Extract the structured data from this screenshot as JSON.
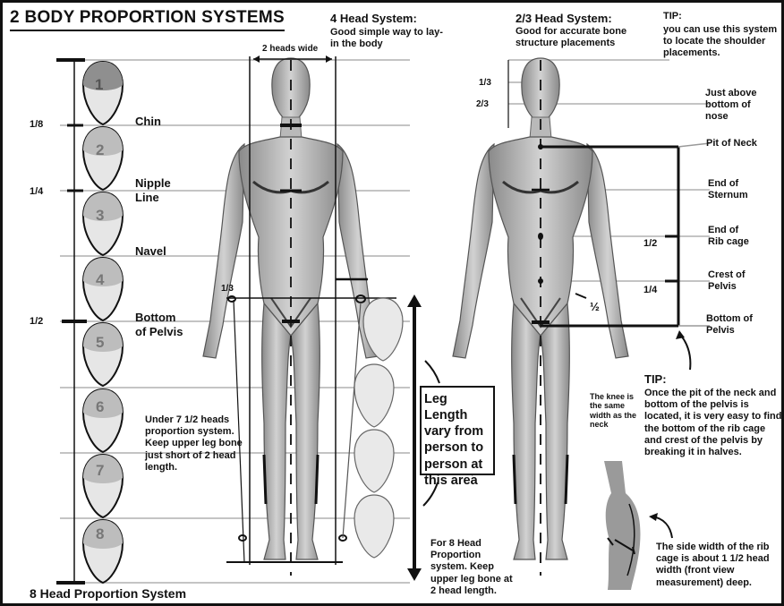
{
  "title": "2 BODY PROPORTION SYSTEMS",
  "footer": "8 Head Proportion System",
  "four_head": {
    "title": "4 Head System:",
    "desc": "Good simple way to lay-in the body",
    "width_label": "2 heads wide"
  },
  "two_thirds": {
    "title": "2/3 Head System:",
    "desc": "Good for accurate bone structure placements",
    "third_1": "1/3",
    "third_2": "2/3"
  },
  "tip_top": {
    "title": "TIP:",
    "text": "you can use this system to locate the shoulder placements."
  },
  "heads": [
    "1",
    "2",
    "3",
    "4",
    "5",
    "6",
    "7",
    "8"
  ],
  "fractions": {
    "eighth": "1/8",
    "quarter": "1/4",
    "half": "1/2",
    "third": "1/3",
    "half_small": "½"
  },
  "left_labels": {
    "chin": "Chin",
    "nipple": "Nipple",
    "nipple_line": "Line",
    "navel": "Navel",
    "pelvis_1": "Bottom",
    "pelvis_2": "of Pelvis"
  },
  "under_note": "Under 7 1/2 heads proportion system. Keep upper leg bone just short of 2 head length.",
  "leg_box": "Leg Length vary from person to person at this area",
  "eight_note": "For 8 Head Proportion system. Keep upper leg bone at 2 head length.",
  "knee_note": "The knee is the same width as the neck",
  "right_labels": {
    "nose_1": "Just above",
    "nose_2": "bottom of",
    "nose_3": "nose",
    "pit": "Pit of Neck",
    "sternum_1": "End of",
    "sternum_2": "Sternum",
    "rib_1": "End of",
    "rib_2": "Rib cage",
    "crest_1": "Crest of",
    "crest_2": "Pelvis",
    "pelvis_1": "Bottom of",
    "pelvis_2": "Pelvis",
    "half": "1/2",
    "quarter": "1/4"
  },
  "tip_bottom": {
    "title": "TIP:",
    "text": "Once the pit of the neck and bottom of the pelvis is located, it is very easy to find the bottom of the rib cage and crest of the pelvis by breaking it in halves."
  },
  "side_note": "The side width of the rib cage is about 1 1/2 head width (front view measurement) deep."
}
